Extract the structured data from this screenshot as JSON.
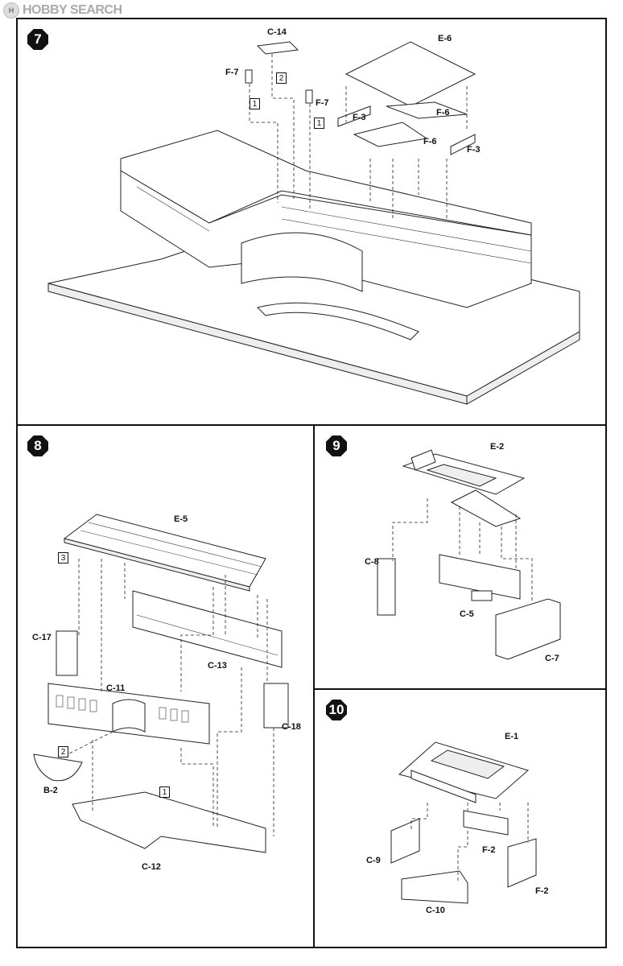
{
  "watermark": {
    "logo": "H",
    "text": "HOBBY SEARCH"
  },
  "steps": {
    "s7": {
      "number": "7",
      "labels": {
        "c14": "C-14",
        "e6": "E-6",
        "f7a": "F-7",
        "f7b": "F-7",
        "f3a": "F-3",
        "f6a": "F-6",
        "f6b": "F-6",
        "f3b": "F-3"
      },
      "boxes": {
        "b1": "1",
        "b2": "2",
        "b3": "1"
      }
    },
    "s8": {
      "number": "8",
      "labels": {
        "e5": "E-5",
        "c17": "C-17",
        "c13": "C-13",
        "c11": "C-11",
        "c18": "C-18",
        "b2": "B-2",
        "c12": "C-12"
      },
      "boxes": {
        "b3": "3",
        "b2": "2",
        "b1": "1"
      }
    },
    "s9": {
      "number": "9",
      "labels": {
        "e2": "E-2",
        "c8": "C-8",
        "c5": "C-5",
        "c7": "C-7"
      }
    },
    "s10": {
      "number": "10",
      "labels": {
        "e1": "E-1",
        "c9": "C-9",
        "f2a": "F-2",
        "f2b": "F-2",
        "c10": "C-10"
      }
    }
  }
}
